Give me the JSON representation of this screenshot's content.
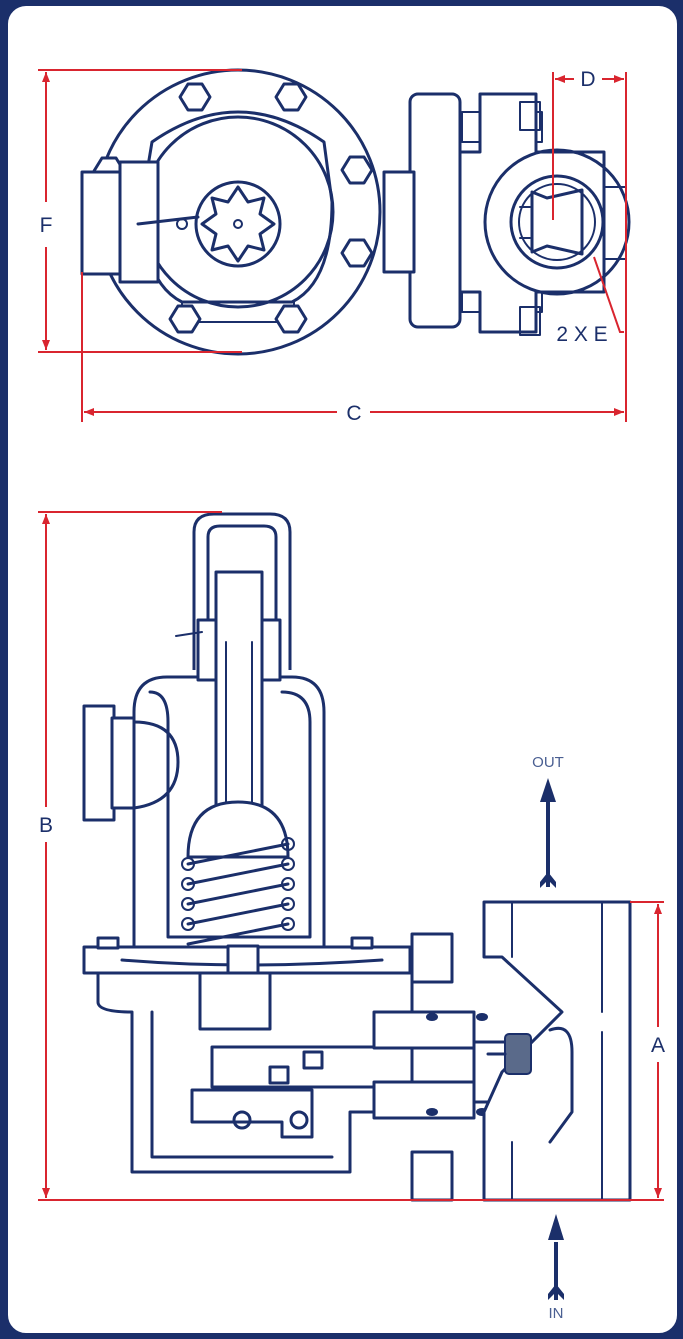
{
  "labels": {
    "a": "A",
    "b": "B",
    "c": "C",
    "d": "D",
    "e": "2 X E",
    "f": "F",
    "out": "OUT",
    "in": "IN"
  },
  "colors": {
    "frame": "#1b2f6a",
    "line": "#1b2f6a",
    "dimension": "#d9252f",
    "arrow": "#1b2f6a",
    "flow_text": "#4a5f92",
    "seat": "#5a6a8a"
  }
}
